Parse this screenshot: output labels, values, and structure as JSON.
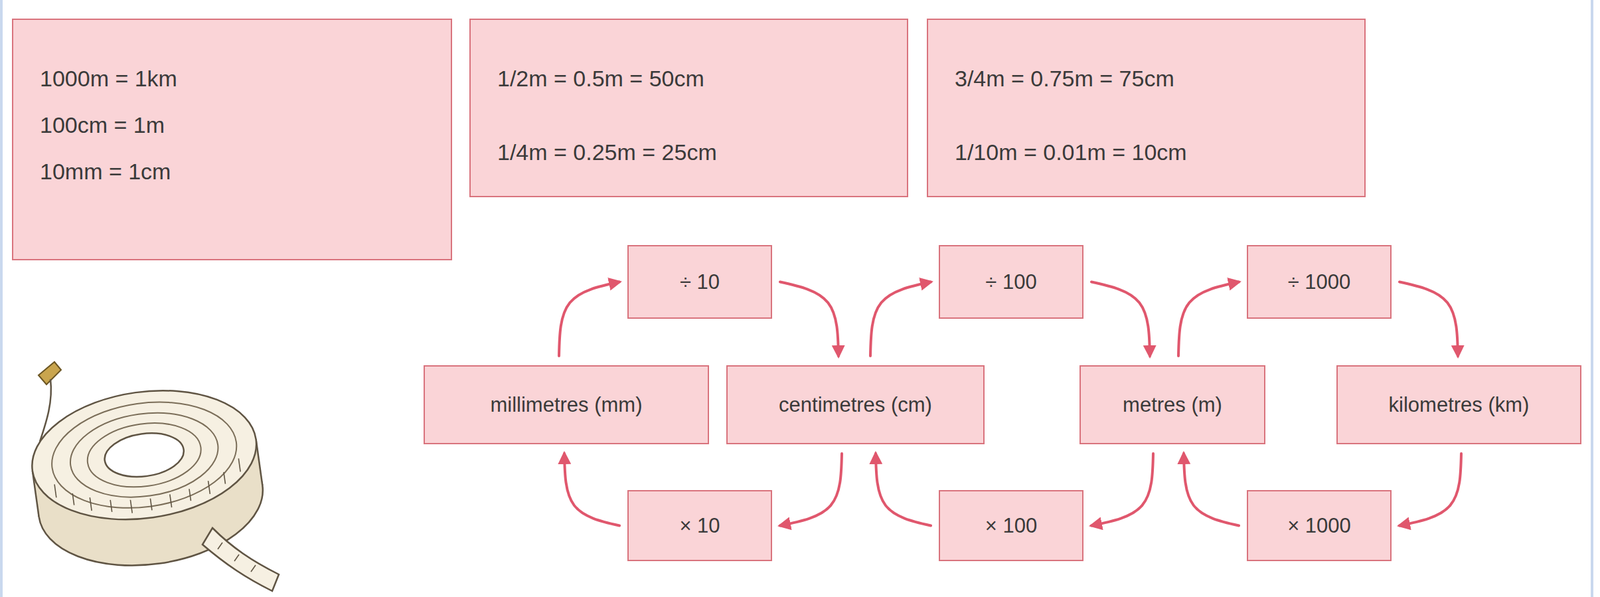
{
  "diagram": {
    "nodes": [
      {
        "text": [
          "1000m = 1km",
          "100cm = 1m",
          "10mm = 1cm"
        ]
      },
      {
        "text": [
          "1/2m = 0.5m = 50cm",
          "1/4m = 0.25m = 25cm"
        ]
      },
      {
        "text": [
          "3/4m = 0.75m = 75cm",
          "1/10m = 0.01m = 10cm"
        ]
      },
      {
        "text": [
          "÷ 10"
        ]
      },
      {
        "text": [
          "÷ 100"
        ]
      },
      {
        "text": [
          "÷ 1000"
        ]
      },
      {
        "text": [
          "millimetres (mm)"
        ]
      },
      {
        "text": [
          "centimetres (cm)"
        ]
      },
      {
        "text": [
          "metres (m)"
        ]
      },
      {
        "text": [
          "kilometres (km)"
        ]
      },
      {
        "text": [
          "× 10"
        ]
      },
      {
        "text": [
          "× 100"
        ]
      },
      {
        "text": [
          "× 1000"
        ]
      }
    ],
    "edges": [
      {
        "from": 6,
        "to": 3,
        "arrow": "to"
      },
      {
        "from": 3,
        "to": 7,
        "arrow": "to"
      },
      {
        "from": 7,
        "to": 4,
        "arrow": "to"
      },
      {
        "from": 4,
        "to": 8,
        "arrow": "to"
      },
      {
        "from": 8,
        "to": 5,
        "arrow": "to"
      },
      {
        "from": 5,
        "to": 9,
        "arrow": "to"
      },
      {
        "from": 9,
        "to": 12,
        "arrow": "to"
      },
      {
        "from": 12,
        "to": 8,
        "arrow": "to"
      },
      {
        "from": 8,
        "to": 11,
        "arrow": "to"
      },
      {
        "from": 11,
        "to": 7,
        "arrow": "to"
      },
      {
        "from": 7,
        "to": 10,
        "arrow": "to"
      },
      {
        "from": 10,
        "to": 6,
        "arrow": "to"
      }
    ]
  }
}
